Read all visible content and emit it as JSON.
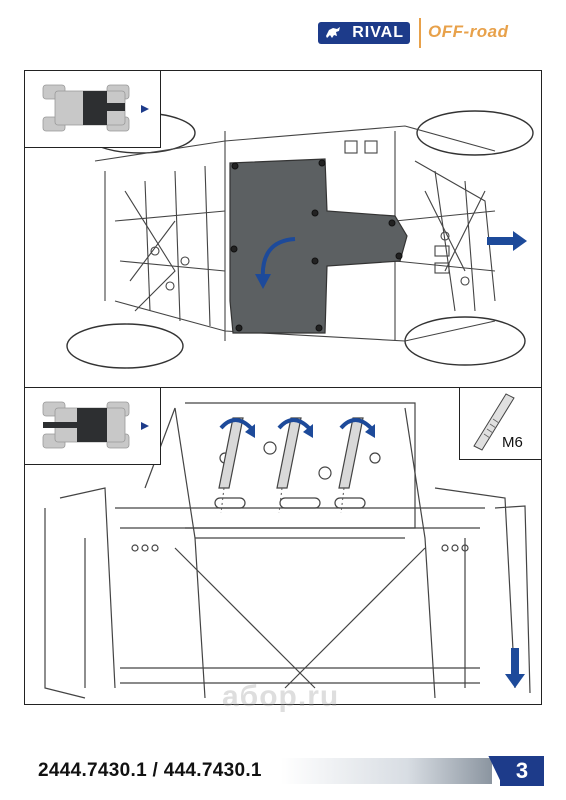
{
  "header": {
    "brand": "RIVAL",
    "sub_brand": "OFF-road"
  },
  "steps": {
    "bottom_tool_label": "M6"
  },
  "footer": {
    "part_codes": "2444.7430.1 / 444.7430.1",
    "page_number": "3"
  },
  "watermark": "aбор.ru",
  "colors": {
    "brand_blue": "#1d3b8a",
    "offroad_orange": "#e8a14a",
    "plate_gray": "#5c6062",
    "arrow_blue": "#1d4a9a"
  }
}
